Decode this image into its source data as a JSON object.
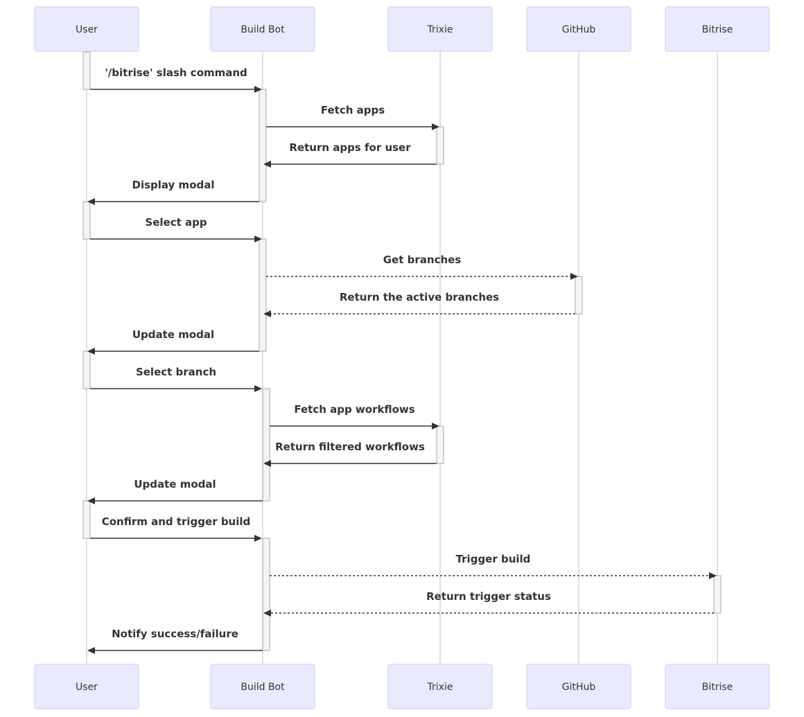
{
  "participants": [
    {
      "id": "user",
      "label": "User"
    },
    {
      "id": "buildbot",
      "label": "Build Bot"
    },
    {
      "id": "trixie",
      "label": "Trixie"
    },
    {
      "id": "github",
      "label": "GitHub"
    },
    {
      "id": "bitrise",
      "label": "Bitrise"
    }
  ],
  "messages": [
    {
      "from": "user",
      "to": "buildbot",
      "text": "'/bitrise' slash command",
      "style": "solid"
    },
    {
      "from": "buildbot",
      "to": "trixie",
      "text": "Fetch apps",
      "style": "solid"
    },
    {
      "from": "trixie",
      "to": "buildbot",
      "text": "Return apps for user",
      "style": "solid"
    },
    {
      "from": "buildbot",
      "to": "user",
      "text": "Display modal",
      "style": "solid"
    },
    {
      "from": "user",
      "to": "buildbot",
      "text": "Select app",
      "style": "solid"
    },
    {
      "from": "buildbot",
      "to": "github",
      "text": "Get branches",
      "style": "dotted"
    },
    {
      "from": "github",
      "to": "buildbot",
      "text": "Return the active branches",
      "style": "dotted"
    },
    {
      "from": "buildbot",
      "to": "user",
      "text": "Update modal",
      "style": "solid"
    },
    {
      "from": "user",
      "to": "buildbot",
      "text": "Select branch",
      "style": "solid"
    },
    {
      "from": "buildbot",
      "to": "trixie",
      "text": "Fetch app workflows",
      "style": "solid"
    },
    {
      "from": "trixie",
      "to": "buildbot",
      "text": "Return filtered workflows",
      "style": "solid"
    },
    {
      "from": "buildbot",
      "to": "user",
      "text": "Update modal",
      "style": "solid"
    },
    {
      "from": "user",
      "to": "buildbot",
      "text": "Confirm and trigger build",
      "style": "solid"
    },
    {
      "from": "buildbot",
      "to": "bitrise",
      "text": "Trigger build",
      "style": "dotted"
    },
    {
      "from": "bitrise",
      "to": "buildbot",
      "text": "Return trigger status",
      "style": "dotted"
    },
    {
      "from": "buildbot",
      "to": "user",
      "text": "Notify success/failure",
      "style": "solid"
    }
  ],
  "activations": [
    {
      "participant": "user",
      "from": 0,
      "to": 0
    },
    {
      "participant": "buildbot",
      "from": 0,
      "to": 3
    },
    {
      "participant": "trixie",
      "from": 1,
      "to": 2
    },
    {
      "participant": "user",
      "from": 3,
      "to": 4
    },
    {
      "participant": "buildbot",
      "from": 4,
      "to": 7
    },
    {
      "participant": "github",
      "from": 5,
      "to": 6
    },
    {
      "participant": "user",
      "from": 7,
      "to": 8
    },
    {
      "participant": "buildbot",
      "from": 8,
      "to": 11
    },
    {
      "participant": "trixie",
      "from": 9,
      "to": 10
    },
    {
      "participant": "user",
      "from": 11,
      "to": 12
    },
    {
      "participant": "buildbot",
      "from": 12,
      "to": 15
    },
    {
      "participant": "bitrise",
      "from": 13,
      "to": 14
    }
  ],
  "colors": {
    "actor_fill": "#eaeaff",
    "actor_stroke": "#d2d2f5",
    "lifeline": "#cfcfe8",
    "activation_fill": "#f4f4f4",
    "activation_stroke": "#a9a9a9",
    "text": "#333333"
  }
}
